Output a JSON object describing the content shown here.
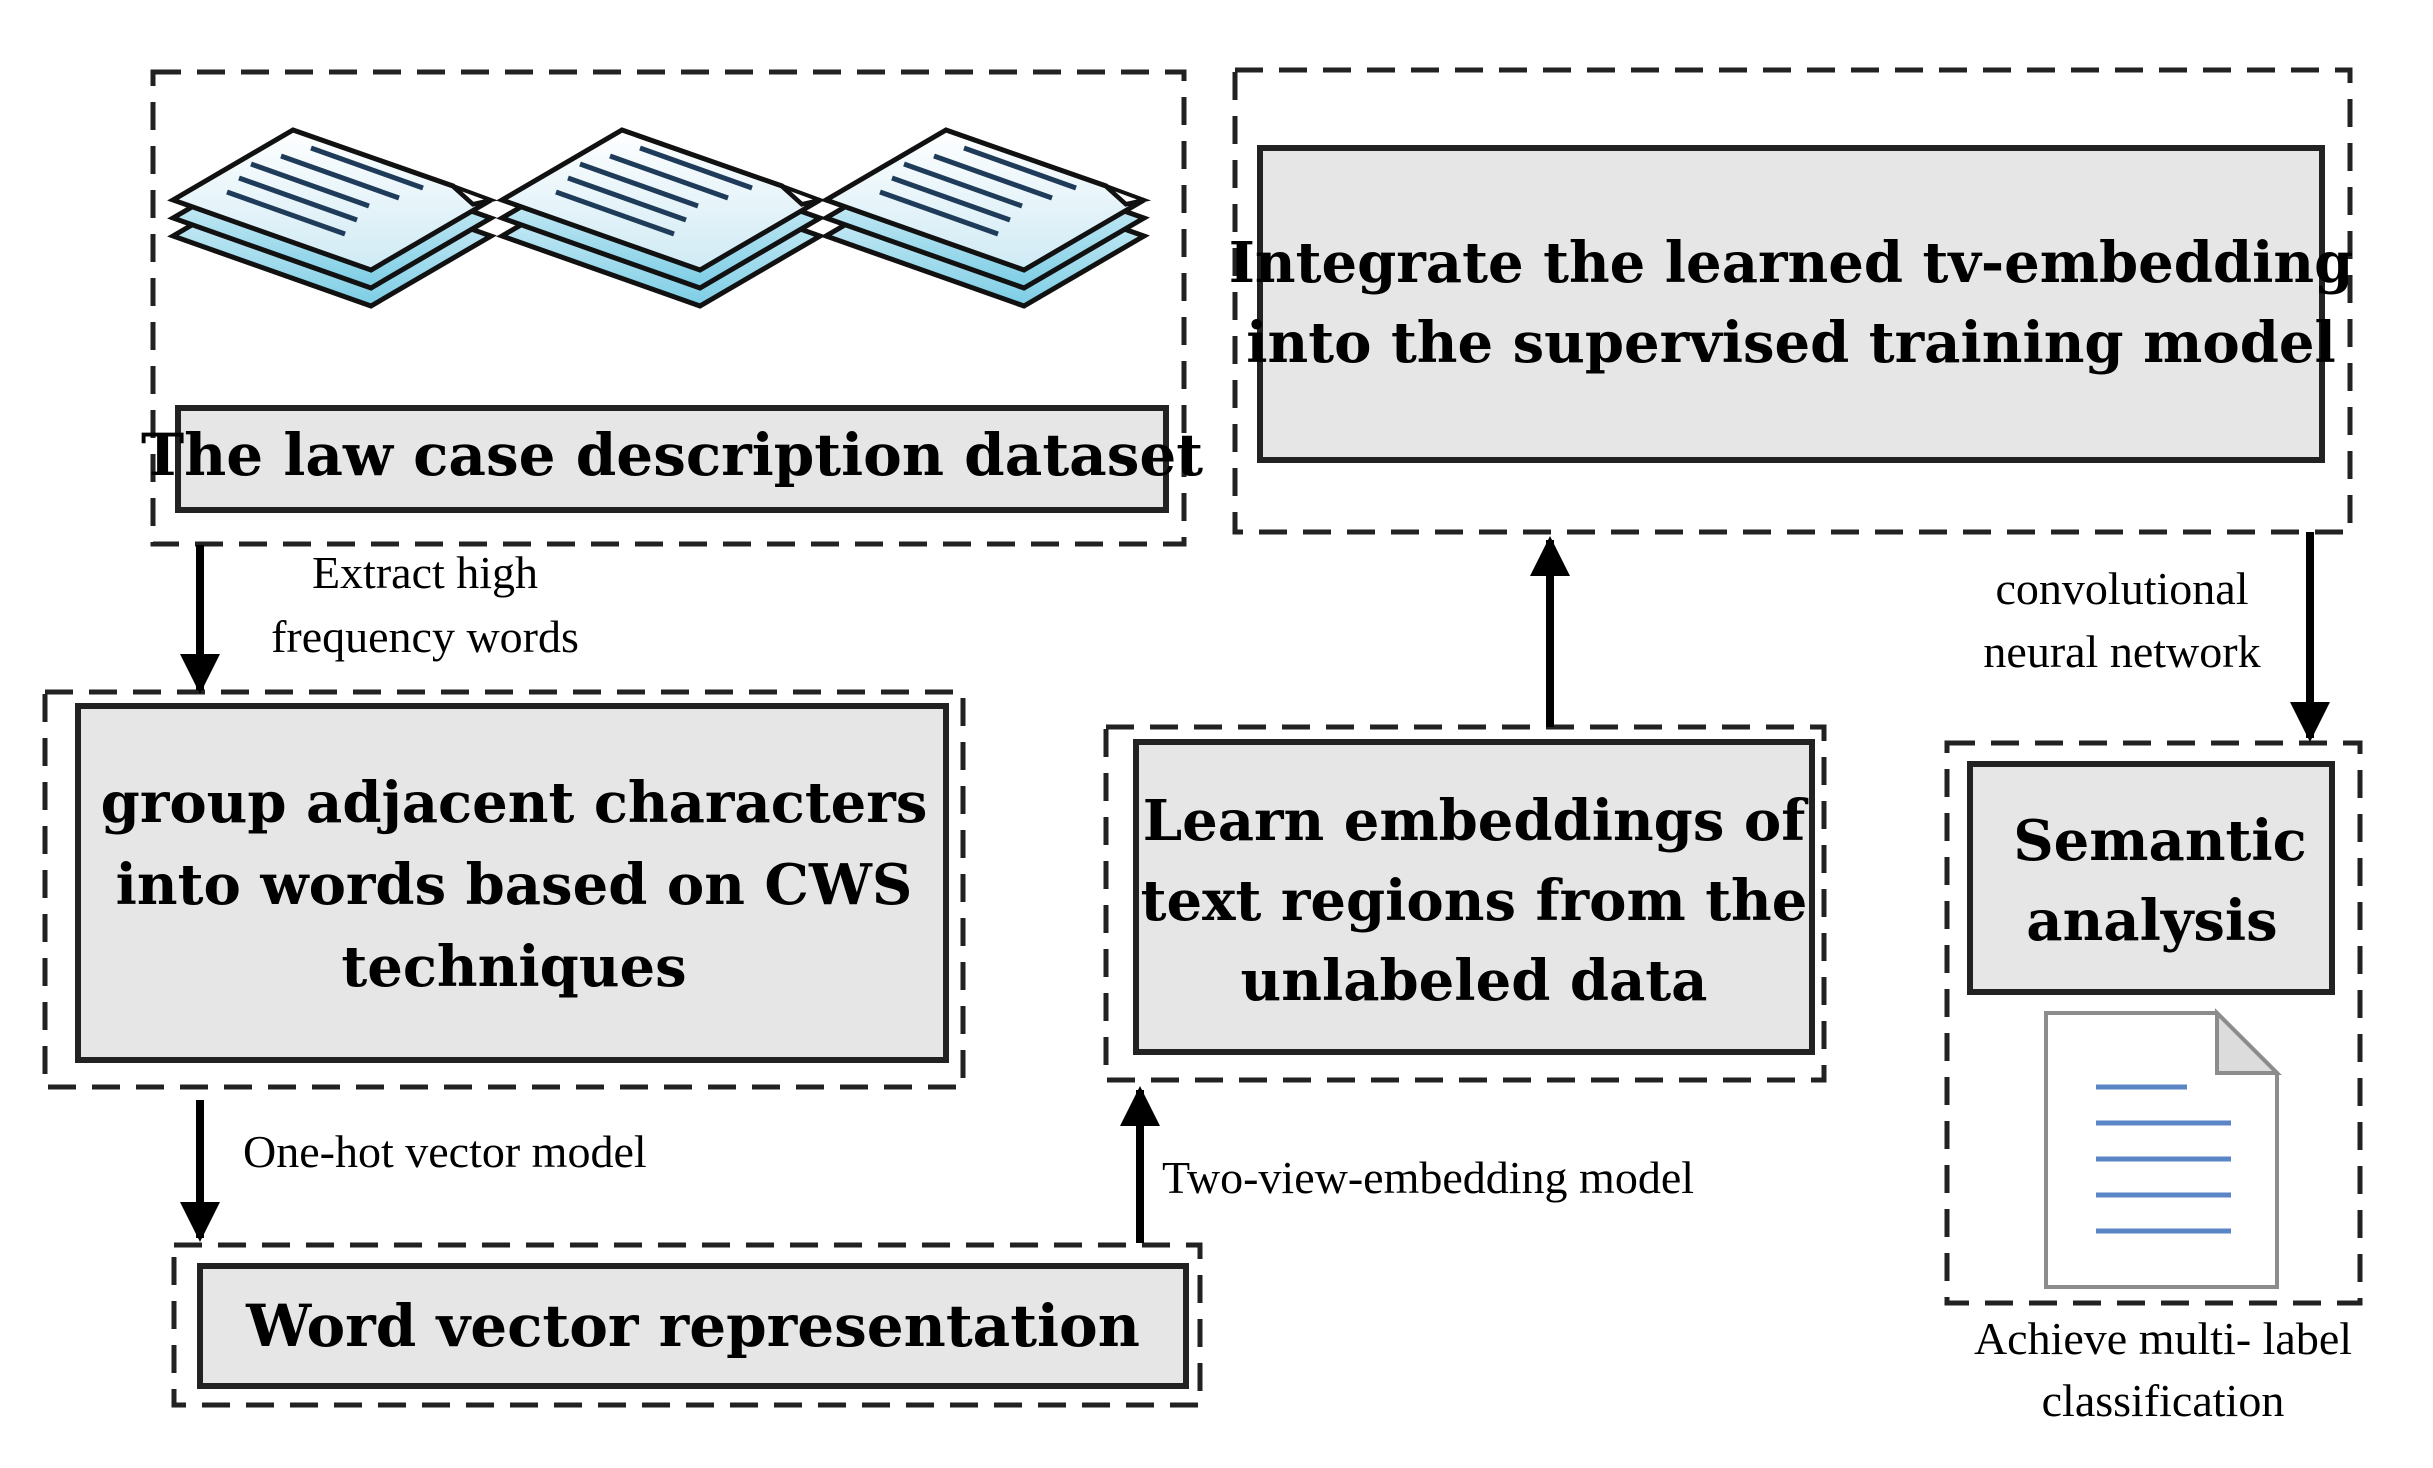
{
  "nodes": {
    "dataset": {
      "label": "The law case description dataset"
    },
    "cws": {
      "lines": [
        "group adjacent characters",
        "into words based on CWS",
        "techniques"
      ]
    },
    "word_vector": {
      "label": "Word vector representation"
    },
    "learn_embeddings": {
      "lines": [
        "Learn embeddings of",
        "text regions from the",
        "unlabeled data"
      ]
    },
    "integrate": {
      "lines": [
        "Integrate the learned tv-embedding",
        "into the supervised training model"
      ]
    },
    "semantic": {
      "lines": [
        "Semantic",
        "analysis"
      ]
    }
  },
  "edges": {
    "extract": {
      "lines": [
        "Extract high",
        "frequency words"
      ]
    },
    "one_hot": {
      "label": "One-hot vector model"
    },
    "two_view": {
      "label": "Two-view-embedding model"
    },
    "cnn": {
      "lines": [
        "convolutional",
        "neural network"
      ]
    }
  },
  "output": {
    "lines": [
      "Achieve multi- label",
      "classification"
    ]
  },
  "icons": [
    "document-stack-icon",
    "document-stack-icon",
    "document-stack-icon",
    "document-icon"
  ],
  "colors": {
    "box_fill": "#e6e6e6",
    "stroke": "#222222",
    "doc_line": "#1f3b5a",
    "doc_gradient_top": "#f2fafd",
    "doc_gradient_bottom": "#7ccde5",
    "doc_icon_line": "#5b86c6"
  }
}
